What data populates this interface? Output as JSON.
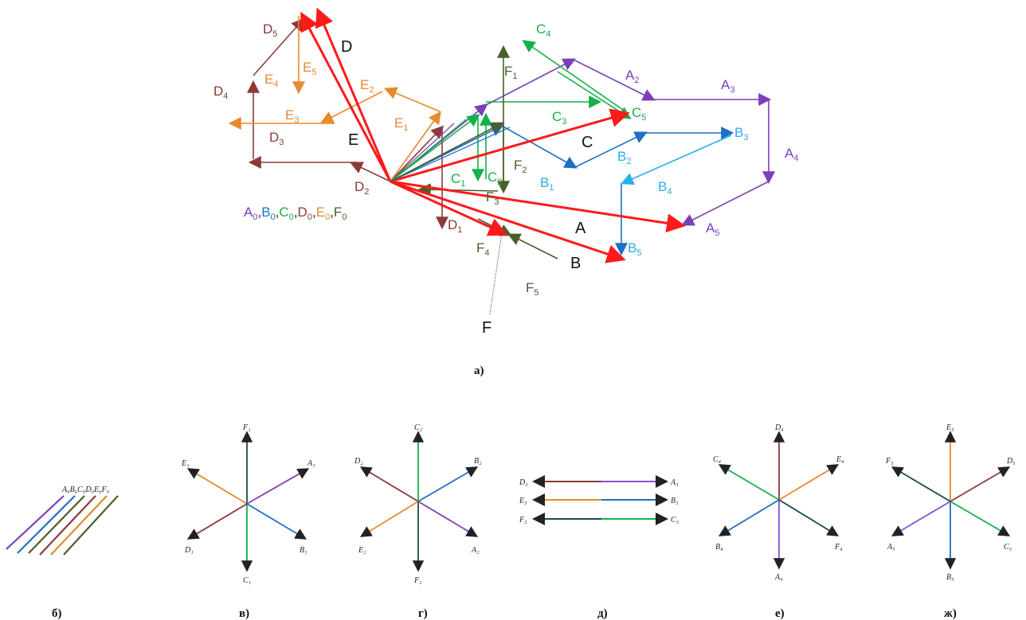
{
  "colors": {
    "A": "#7b3fb8",
    "B": "#1f6fc4",
    "C": "#16b04a",
    "D": "#8b3a3a",
    "E": "#e8892e",
    "F": "#4a5e2a",
    "res": "#ff1a1a",
    "Blight": "#29aee8"
  },
  "panel_a": {
    "caption": "а)",
    "resultant_labels": [
      "A",
      "B",
      "C",
      "D",
      "E",
      "F"
    ],
    "initial_label": [
      "A",
      "0",
      ",",
      "B",
      "0",
      ",",
      "C",
      "0",
      ",",
      "D",
      "0",
      ",",
      "E",
      "0",
      ",",
      "F",
      "0"
    ],
    "chain_labels": {
      "A": [
        "A",
        "2",
        "A",
        "3",
        "A",
        "4",
        "A",
        "5"
      ],
      "B": [
        "B",
        "1",
        "B",
        "2",
        "B",
        "3",
        "B",
        "4",
        "B",
        "5"
      ],
      "C": [
        "C",
        "1",
        "C",
        "2",
        "C",
        "3",
        "C",
        "4",
        "C",
        "5"
      ],
      "D": [
        "D",
        "1",
        "D",
        "2",
        "D",
        "3",
        "D",
        "4",
        "D",
        "5"
      ],
      "E": [
        "E",
        "1",
        "E",
        "2",
        "E",
        "3",
        "E",
        "4",
        "E",
        "5"
      ],
      "F": [
        "F",
        "1",
        "F",
        "2",
        "F",
        "3",
        "F",
        "4",
        "F",
        "5"
      ]
    }
  },
  "captions": {
    "b": "б)",
    "v": "в)",
    "g": "г)",
    "d": "д)",
    "e": "е)",
    "zh": "ж)"
  },
  "panel_b": {
    "labels": "A₀B₀C₀D₀E₀F₀"
  },
  "panel_v": {
    "top": "F₁",
    "topleft": "E₁",
    "topright": "A₁",
    "botleft": "D₁",
    "botright": "B₁",
    "bottom": "C₁"
  },
  "panel_g": {
    "top": "C₂",
    "topleft": "D₂",
    "topright": "B₂",
    "botleft": "E₂",
    "botright": "A₂",
    "bottom": "F₂"
  },
  "panel_d": {
    "left": [
      "D₃",
      "E₃",
      "F₃"
    ],
    "right": [
      "A₃",
      "B₃",
      "C₃"
    ]
  },
  "panel_e": {
    "top": "D₄",
    "topleft": "C₄",
    "topright": "E₄",
    "botleft": "B₄",
    "botright": "F₄",
    "bottom": "A₄"
  },
  "panel_zh": {
    "top": "E₅",
    "topleft": "F₅",
    "topright": "D₅",
    "botleft": "A₅",
    "botright": "C₅",
    "bottom": "B₅"
  }
}
